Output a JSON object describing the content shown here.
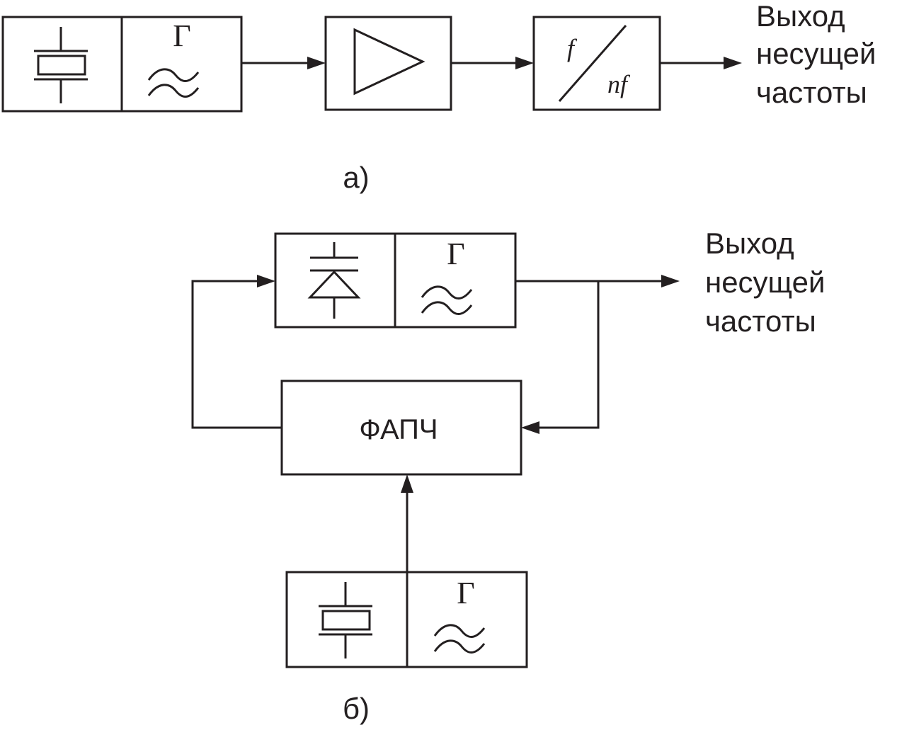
{
  "colors": {
    "ink": "#231f20",
    "background": "#ffffff"
  },
  "diagram_a": {
    "oscillator": {
      "symbol": "Г",
      "crystal_icon": "quartz-crystal-icon",
      "wave_icon": "sine-wave-icon"
    },
    "amplifier": {
      "icon": "amplifier-triangle-icon"
    },
    "multiplier": {
      "numerator": "f",
      "denominator": "nf"
    },
    "output": [
      "Выход",
      "несущей",
      "частоты"
    ],
    "caption": "а)"
  },
  "diagram_b": {
    "vco": {
      "symbol": "Г",
      "varactor_icon": "varicap-diode-icon",
      "wave_icon": "sine-wave-icon"
    },
    "pll": {
      "label": "ФАПЧ"
    },
    "reference": {
      "symbol": "Г",
      "crystal_icon": "quartz-crystal-icon",
      "wave_icon": "sine-wave-icon"
    },
    "output": [
      "Выход",
      "несущей",
      "частоты"
    ],
    "caption": "б)"
  }
}
